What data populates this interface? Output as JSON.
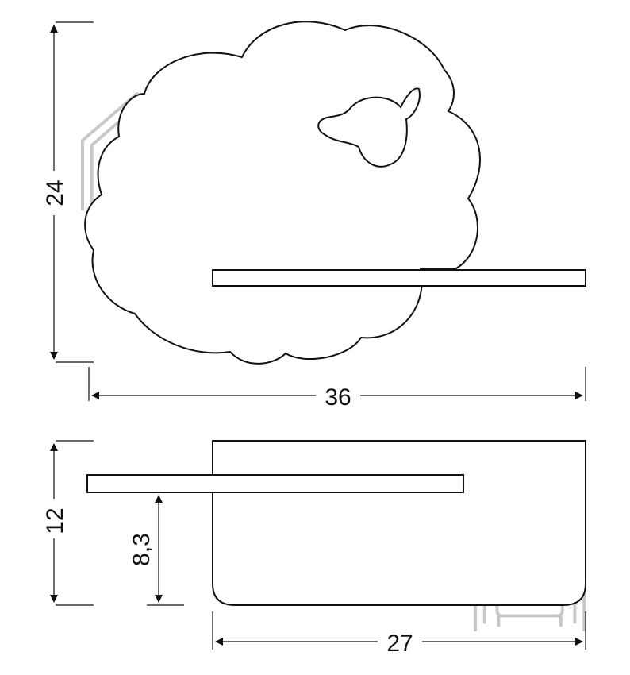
{
  "dimensions": {
    "front_height": "24",
    "front_width": "36",
    "side_height": "12",
    "shelf_height": "8,3",
    "side_depth": "27"
  },
  "colors": {
    "line": "#111111",
    "watermark": "#c8c8c8",
    "background": "#ffffff"
  },
  "icons": {
    "watermark": "house-lamp-sofa-logo"
  }
}
